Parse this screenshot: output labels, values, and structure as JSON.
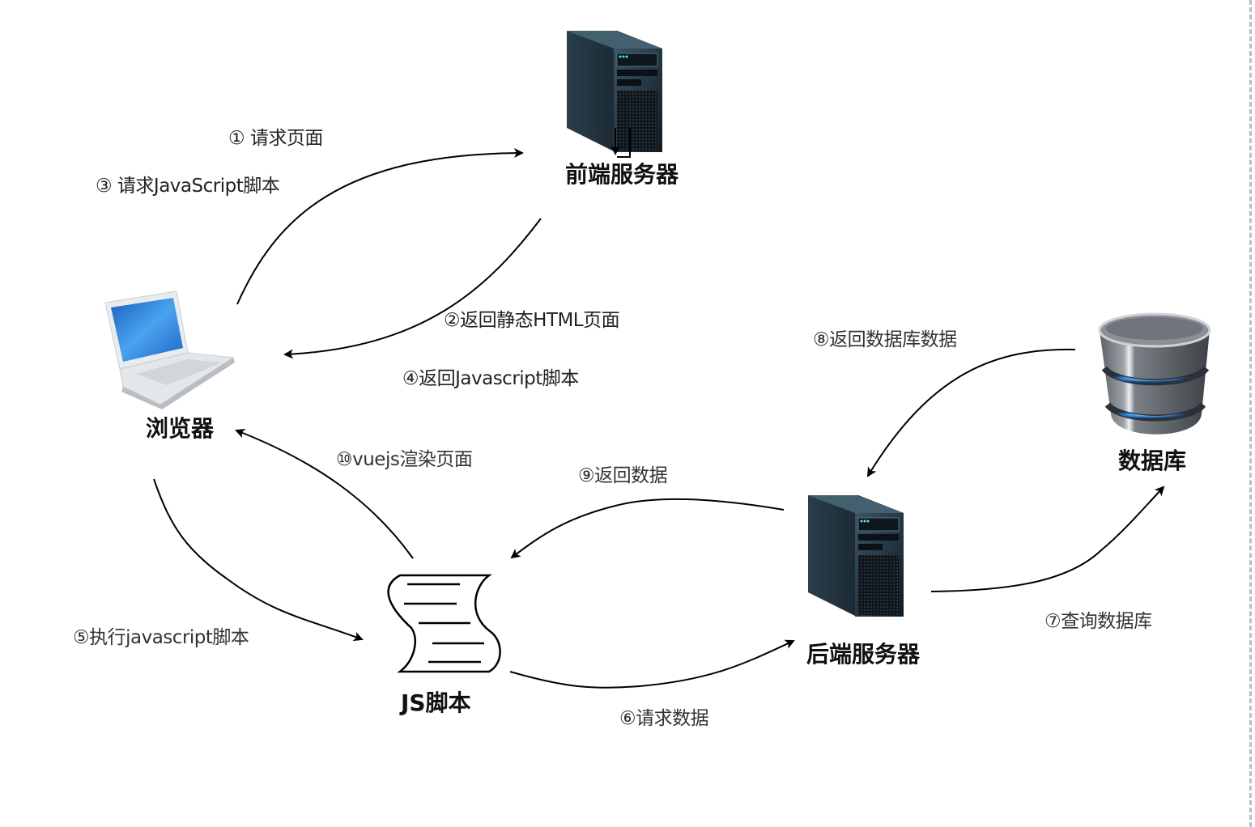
{
  "diagram": {
    "type": "flow",
    "nodes": {
      "frontend_server": {
        "label": "前端服务器",
        "icon": "server-tower-icon"
      },
      "browser": {
        "label": "浏览器",
        "icon": "laptop-icon"
      },
      "js_script": {
        "label": "JS脚本",
        "icon": "document-scroll-icon"
      },
      "backend_server": {
        "label": "后端服务器",
        "icon": "server-tower-icon"
      },
      "database": {
        "label": "数据库",
        "icon": "database-cylinder-icon"
      }
    },
    "edges": [
      {
        "id": "e1",
        "from": "browser",
        "to": "frontend_server",
        "label": "① 请求页面"
      },
      {
        "id": "e3",
        "from": "browser",
        "to": "frontend_server",
        "label": "③ 请求JavaScript脚本"
      },
      {
        "id": "e2",
        "from": "frontend_server",
        "to": "browser",
        "label": "②返回静态HTML页面"
      },
      {
        "id": "e4",
        "from": "frontend_server",
        "to": "browser",
        "label": "④返回Javascript脚本"
      },
      {
        "id": "e5",
        "from": "browser",
        "to": "js_script",
        "label": "⑤执行javascript脚本"
      },
      {
        "id": "e6",
        "from": "js_script",
        "to": "backend_server",
        "label": "⑥请求数据"
      },
      {
        "id": "e7",
        "from": "backend_server",
        "to": "database",
        "label": "⑦查询数据库"
      },
      {
        "id": "e8",
        "from": "database",
        "to": "backend_server",
        "label": "⑧返回数据库数据"
      },
      {
        "id": "e9",
        "from": "backend_server",
        "to": "js_script",
        "label": "⑨返回数据"
      },
      {
        "id": "e10",
        "from": "js_script",
        "to": "browser",
        "label": "⑩vuejs渲染页面"
      }
    ]
  },
  "colors": {
    "stroke": "#000000",
    "server_body": "#1f2e3a",
    "db_body": "#6e7378",
    "db_glow": "#4a9be0",
    "screen_blue": "#2f7fd6",
    "divider": "#bdbdbd"
  }
}
